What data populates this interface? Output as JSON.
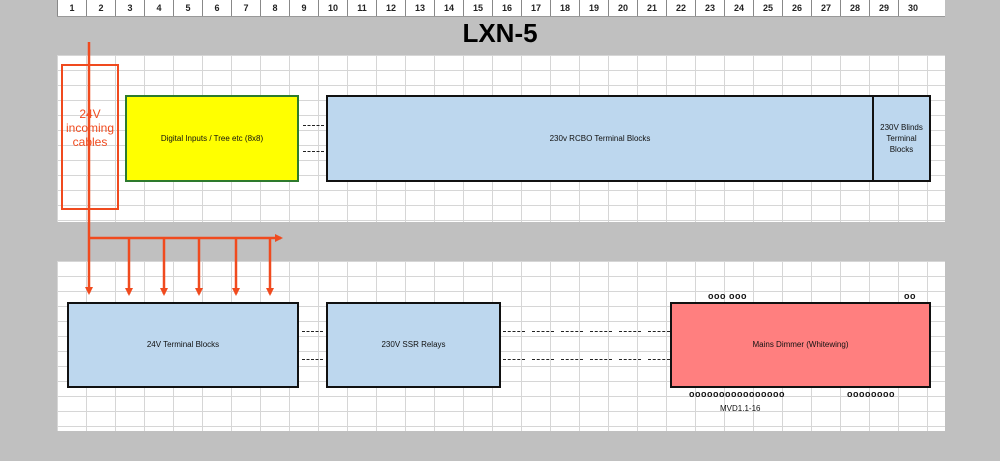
{
  "column_numbers": [
    "1",
    "2",
    "3",
    "4",
    "5",
    "6",
    "7",
    "8",
    "9",
    "10",
    "11",
    "12",
    "13",
    "14",
    "15",
    "16",
    "17",
    "18",
    "19",
    "20",
    "21",
    "22",
    "23",
    "24",
    "25",
    "26",
    "27",
    "28",
    "29",
    "30"
  ],
  "title": "LXN-5",
  "top_row": {
    "incoming_label": "24V incoming cables",
    "digital_inputs": "Digital Inputs / Tree etc (8x8)",
    "rcbo": "230v RCBO Terminal Blocks",
    "blinds": "230V Blinds Terminal Blocks"
  },
  "bottom_row": {
    "terminal_24v": "24V Terminal Blocks",
    "ssr": "230V SSR Relays",
    "dimmer": "Mains Dimmer (Whitewing)",
    "dimmer_top_dots_left": "ooo ooo",
    "dimmer_top_dots_right": "oo",
    "dimmer_bottom_dots_left": "oooooooooooooooo",
    "dimmer_bottom_dots_right": "oooooooo",
    "dimmer_id": "MVD1.1-16"
  },
  "colors": {
    "blue_block": "#bdd7ee",
    "yellow_block": "#ffff00",
    "pink_block": "#ff7f7f",
    "arrow": "#f04a1e"
  }
}
